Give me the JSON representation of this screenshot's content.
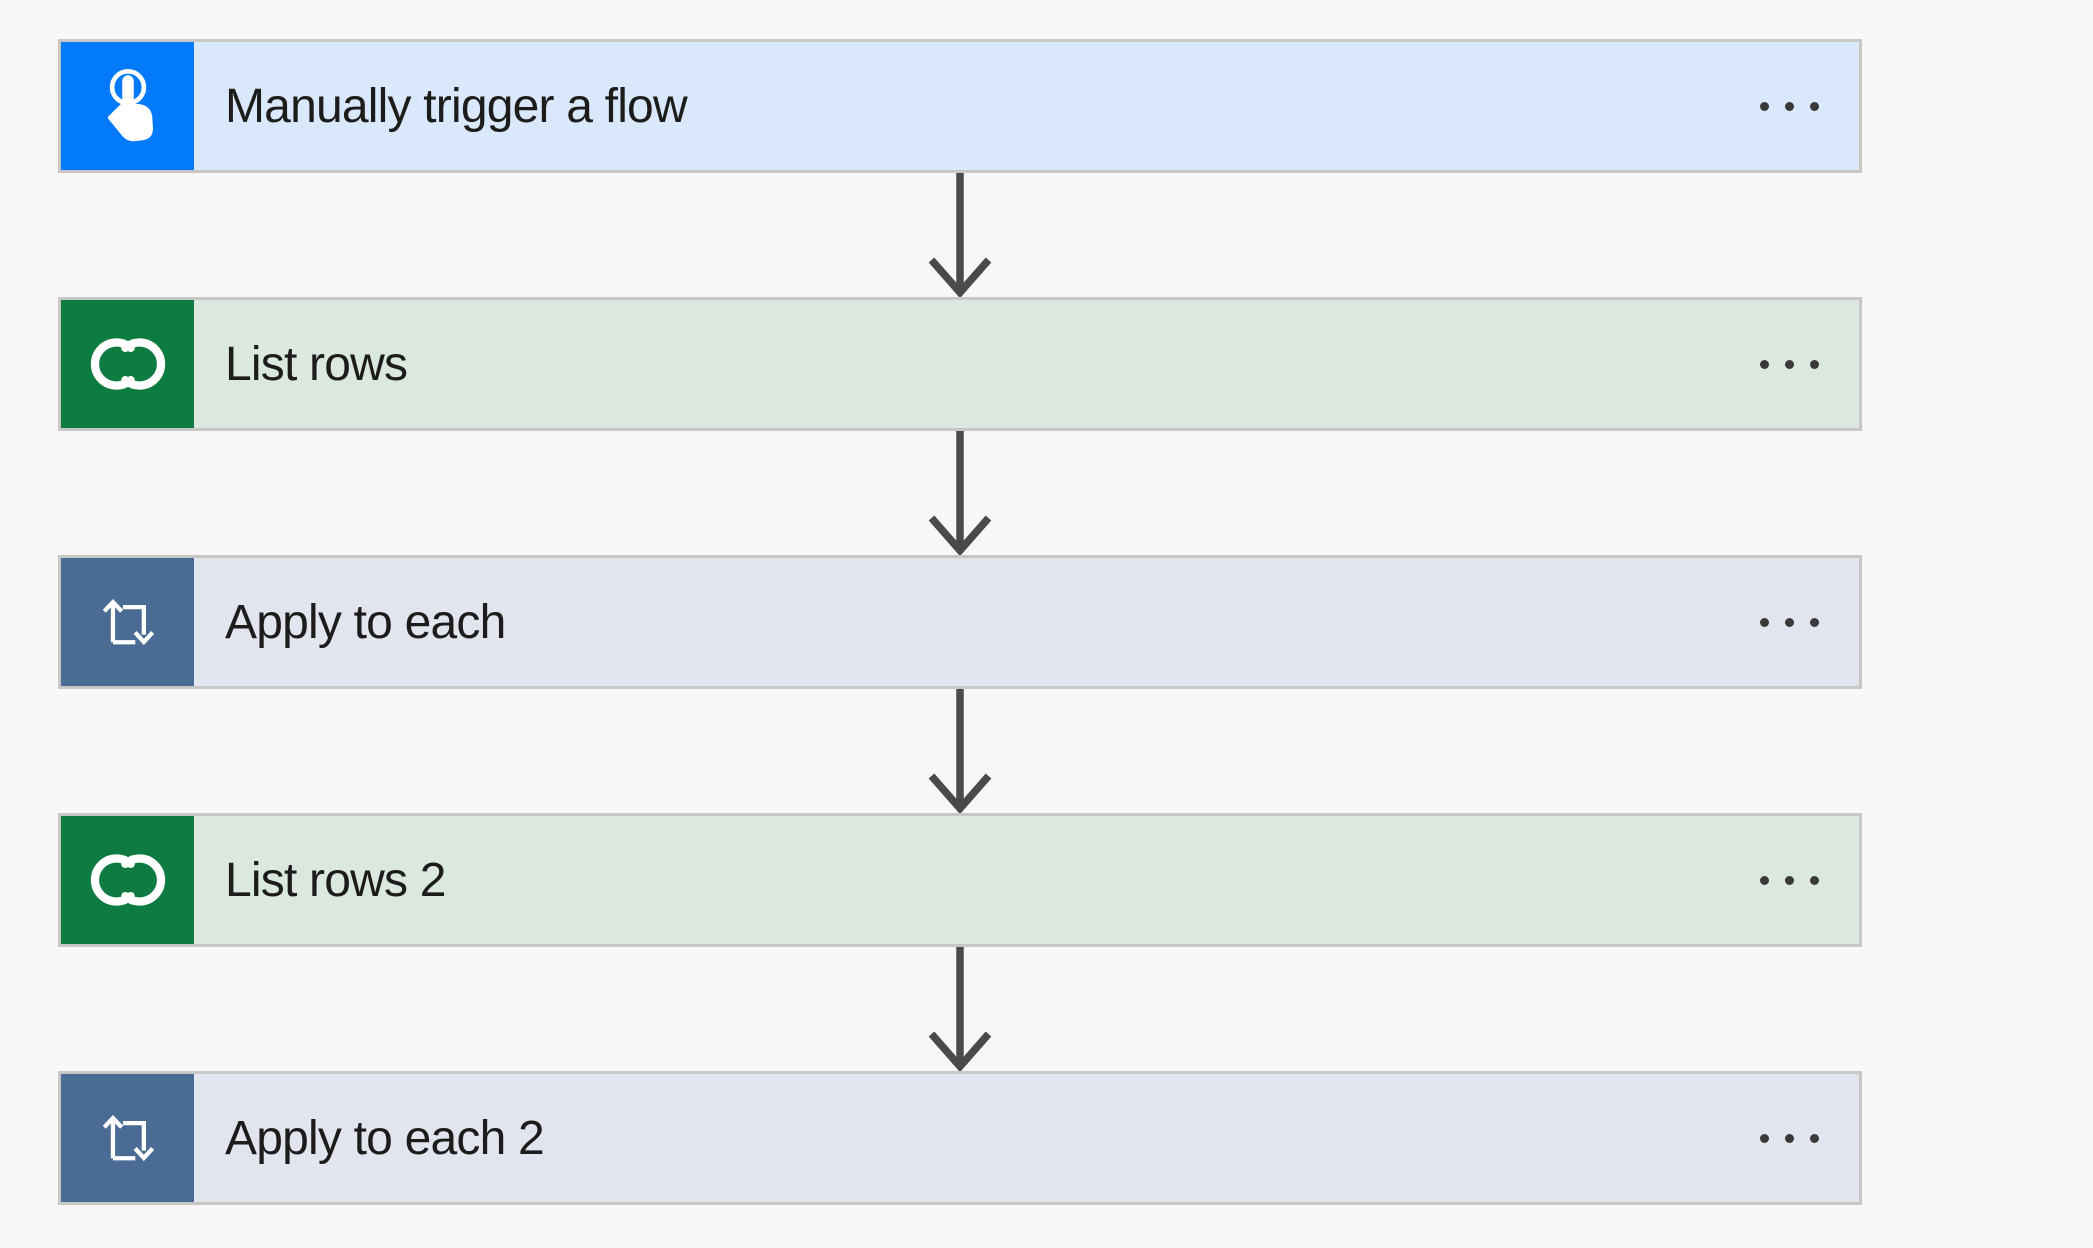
{
  "canvas": {
    "background": "#F7F7F7"
  },
  "shared": {
    "border_color": "#C8C7C6",
    "label_color": "#1D1C1B",
    "menu_dot_color": "#3A3938",
    "menu_icon": "ellipsis-horizontal-icon",
    "connector": {
      "icon": "arrow-down-icon",
      "color": "#4A4A4A"
    }
  },
  "steps": [
    {
      "label": "Manually trigger a flow",
      "kind": "trigger",
      "icon": "touch-pointer-icon",
      "icon_bg": "#0379FB",
      "card_bg": "#D9E8FB"
    },
    {
      "label": "List rows",
      "kind": "dataverse-action",
      "icon": "dataverse-icon",
      "icon_bg": "#0E7C41",
      "card_bg": "#DAE8DF"
    },
    {
      "label": "Apply to each",
      "kind": "loop-scope",
      "icon": "loop-repeat-icon",
      "icon_bg": "#4A6B93",
      "card_bg": "#E1E5EE"
    },
    {
      "label": "List rows 2",
      "kind": "dataverse-action",
      "icon": "dataverse-icon",
      "icon_bg": "#0E7C41",
      "card_bg": "#DAE8DF"
    },
    {
      "label": "Apply to each 2",
      "kind": "loop-scope",
      "icon": "loop-repeat-icon",
      "icon_bg": "#4A6B93",
      "card_bg": "#E1E5EE"
    }
  ]
}
